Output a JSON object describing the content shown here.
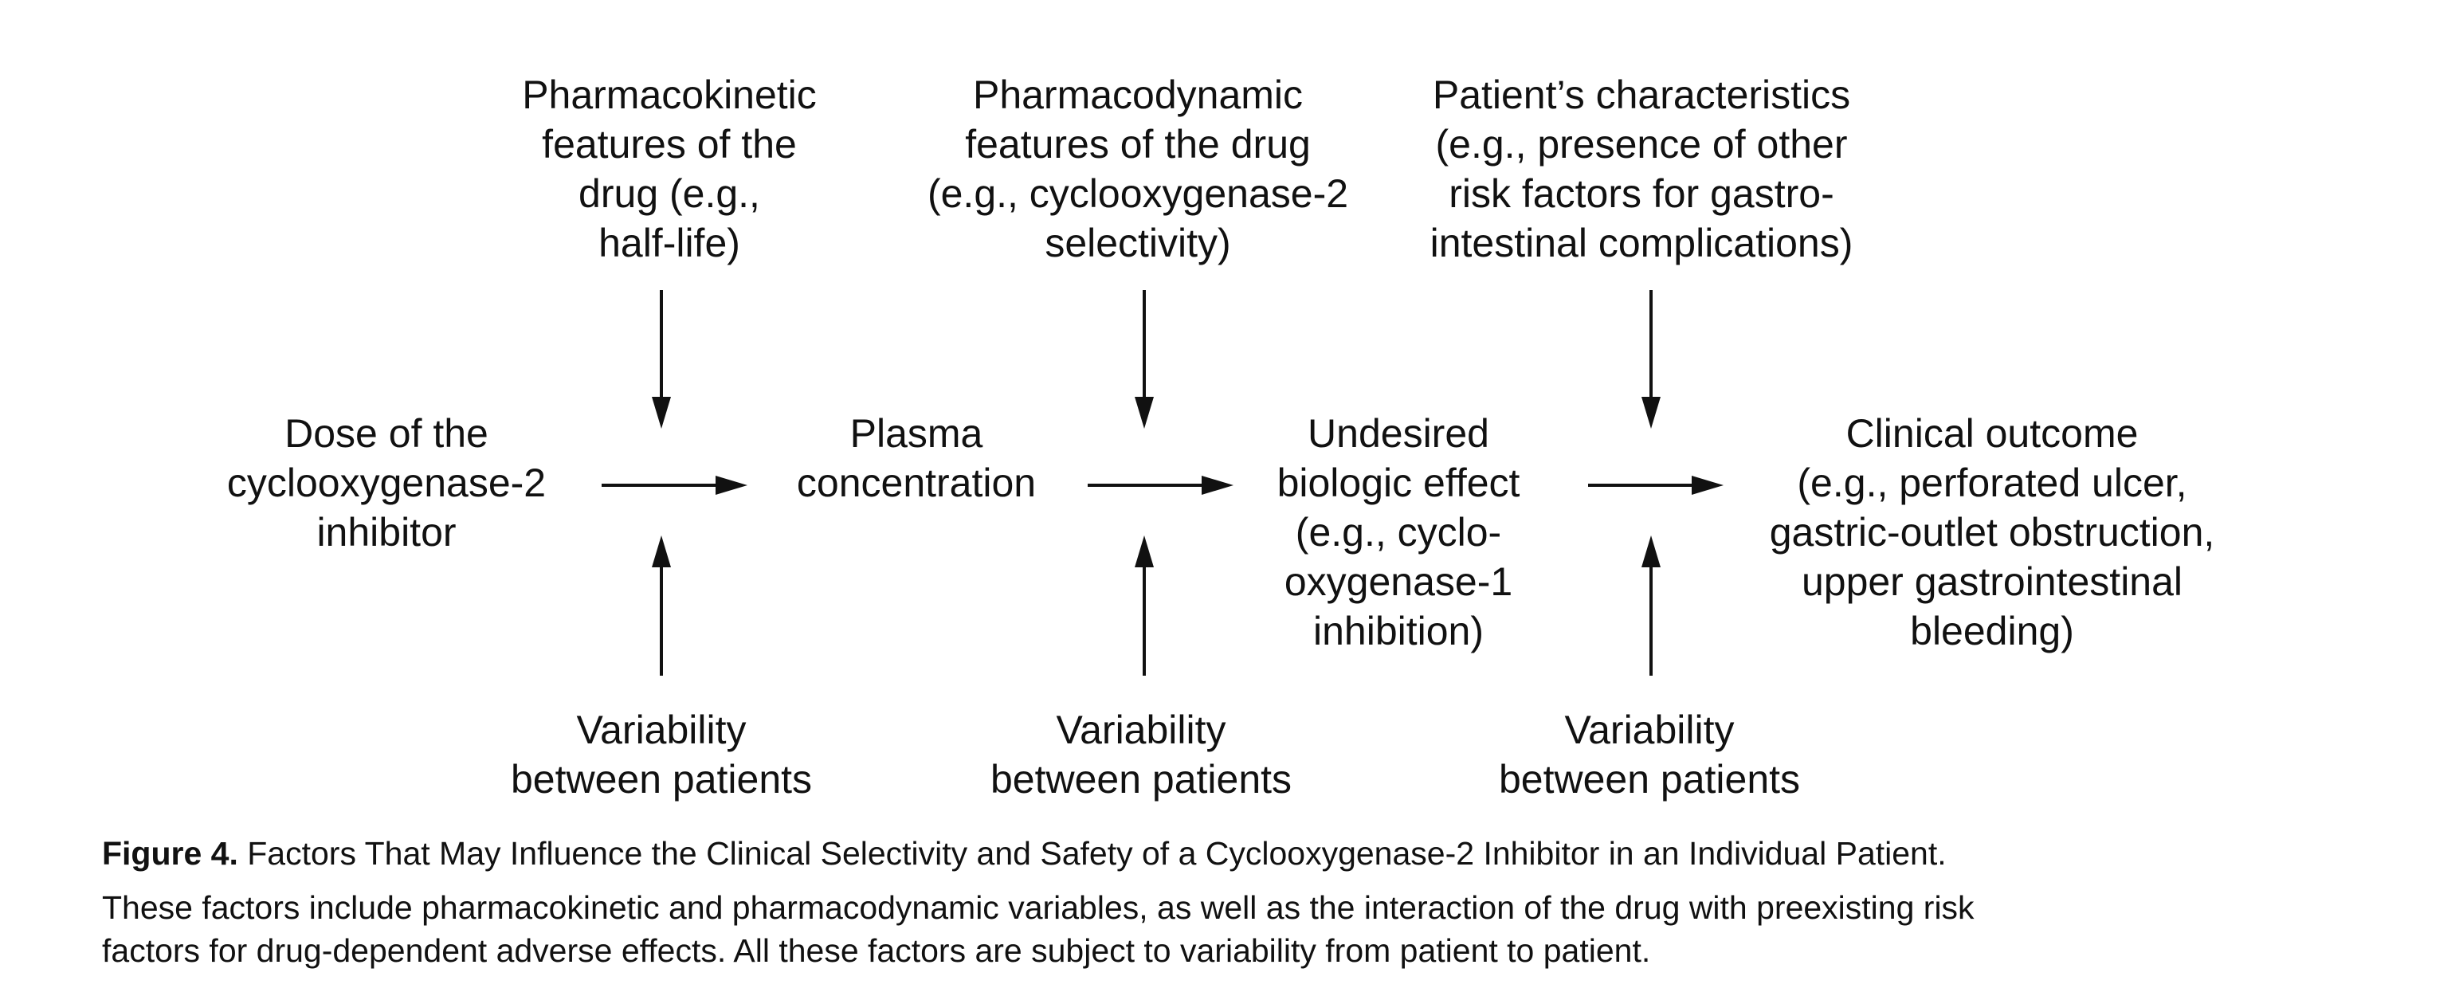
{
  "top_labels": [
    {
      "lines": [
        "Pharmacokinetic",
        "features of the",
        "drug (e.g.,",
        "half-life)"
      ]
    },
    {
      "lines": [
        "Pharmacodynamic",
        "features of the drug",
        "(e.g., cyclooxygenase-2",
        "selectivity)"
      ]
    },
    {
      "lines": [
        "Patient’s characteristics",
        "(e.g., presence of other",
        "risk factors for gastro-",
        "intestinal complications)"
      ]
    }
  ],
  "chain": [
    {
      "lines": [
        "Dose of the",
        "cyclooxygenase-2",
        "inhibitor"
      ]
    },
    {
      "lines": [
        "Plasma",
        "concentration"
      ]
    },
    {
      "lines": [
        "Undesired",
        "biologic effect",
        "(e.g., cyclo-",
        "oxygenase-1",
        "inhibition)"
      ]
    },
    {
      "lines": [
        "Clinical outcome",
        "(e.g., perforated ulcer,",
        "gastric-outlet obstruction,",
        "upper gastrointestinal",
        "bleeding)"
      ]
    }
  ],
  "bottom_labels": [
    {
      "lines": [
        "Variability",
        "between patients"
      ]
    },
    {
      "lines": [
        "Variability",
        "between patients"
      ]
    },
    {
      "lines": [
        "Variability",
        "between patients"
      ]
    }
  ],
  "caption": {
    "figure_label": "Figure 4.",
    "title": " Factors That May Influence the Clinical Selectivity and Safety of a Cyclooxygenase-2 Inhibitor in an Individual Patient.",
    "body_line1": "These factors include pharmacokinetic and pharmacodynamic variables, as well as the interaction of the drug with preexisting risk",
    "body_line2": "factors for drug-dependent adverse effects. All these factors are subject to variability from patient to patient."
  }
}
